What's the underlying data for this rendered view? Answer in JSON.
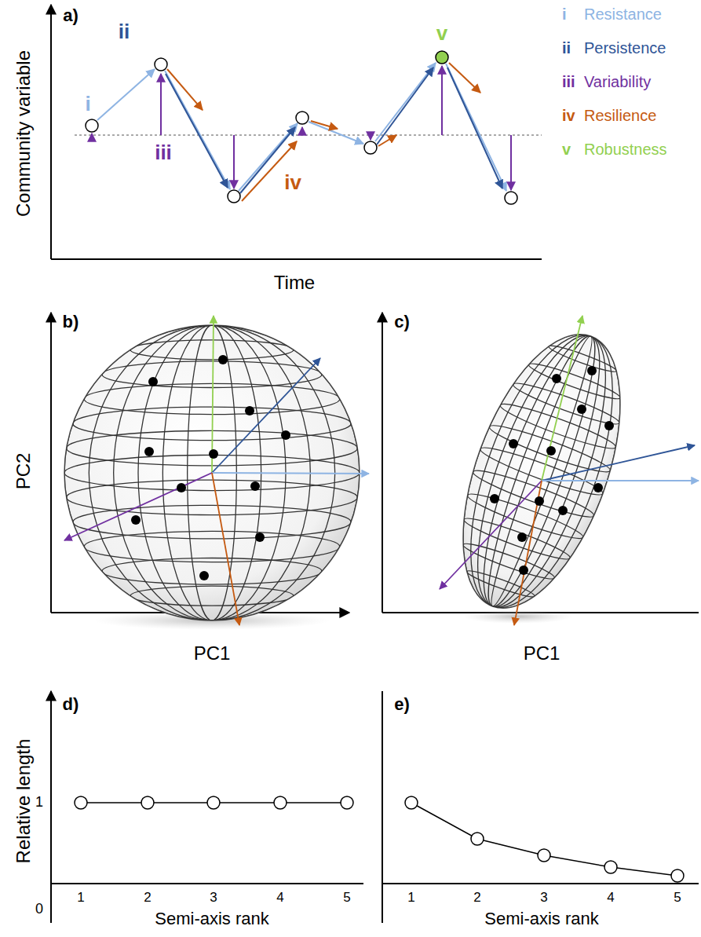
{
  "diagram": {
    "labels": [
      "a)",
      "Community variable",
      "Time",
      "i",
      "Resistance",
      "ii",
      "Persistence",
      "iii",
      "Variability",
      "iv",
      "Resilience",
      "v",
      "Robustness",
      "i",
      "ii",
      "iii",
      "iv",
      "v",
      "b)",
      "c)",
      "PC2",
      "PC1",
      "PC1",
      "d)",
      "e)",
      "Relative length",
      "1",
      "0",
      "1",
      "2",
      "3",
      "4",
      "5",
      "Semi-axis rank",
      "1",
      "2",
      "3",
      "4",
      "5",
      "Semi-axis rank"
    ]
  }
}
